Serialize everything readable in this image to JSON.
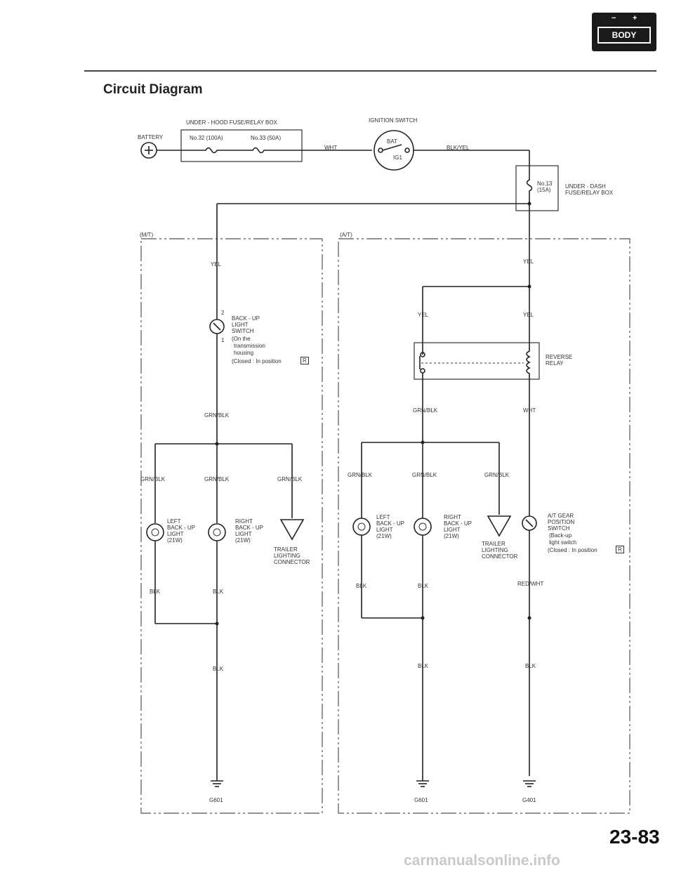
{
  "header": {
    "badge_label": "BODY",
    "badge_minus": "−",
    "badge_plus": "+",
    "title": "Circuit Diagram",
    "page_number": "23-83",
    "watermark": "carmanualsonline.info"
  },
  "power": {
    "battery": "BATTERY",
    "underhood_box": "UNDER - HOOD FUSE/RELAY BOX",
    "fuse_32": "No.32 (100A)",
    "fuse_33": "No.33 (50A)",
    "wire_wht": "WHT",
    "ignition_switch": "IGNITION SWITCH",
    "bat": "BAT",
    "ig1": "IG1",
    "wire_blk_yel": "BLK/YEL",
    "fuse_13": "No.13",
    "fuse_13_amp": "(15A)",
    "underdash_box_1": "UNDER - DASH",
    "underdash_box_2": "FUSE/RELAY BOX"
  },
  "mt": {
    "section_label": "(M/T)",
    "wire_yel": "YEL",
    "pin_2": "2",
    "pin_1": "1",
    "switch_1": "BACK - UP",
    "switch_2": "LIGHT",
    "switch_3": "SWITCH",
    "switch_4": "(On the",
    "switch_5": "transmission",
    "switch_6": "housing",
    "switch_7": "(Closed : In position",
    "switch_pos": "R",
    "wire_grn_blk": "GRN/BLK",
    "left_wire": "GRN/BLK",
    "mid_wire": "GRN/BLK",
    "right_wire": "GRN/BLK",
    "left_light_1": "LEFT",
    "left_light_2": "BACK - UP",
    "left_light_3": "LIGHT",
    "left_light_4": "(21W)",
    "right_light_1": "RIGHT",
    "right_light_2": "BACK - UP",
    "right_light_3": "LIGHT",
    "right_light_4": "(21W)",
    "trailer_1": "TRAILER",
    "trailer_2": "LIGHTING",
    "trailer_3": "CONNECTOR",
    "blk_left": "BLK",
    "blk_mid": "BLK",
    "blk_main": "BLK",
    "ground": "G601"
  },
  "at": {
    "section_label": "(A/T)",
    "wire_yel_top": "YEL",
    "wire_yel_left": "YEL",
    "wire_yel_right": "YEL",
    "relay_1": "REVERSE",
    "relay_2": "RELAY",
    "wire_grn_blk": "GRN/BLK",
    "wire_wht": "WHT",
    "left_wire": "GRN/BLK",
    "mid_wire": "GRN/BLK",
    "right_wire": "GRN/BLK",
    "left_light_1": "LEFT",
    "left_light_2": "BACK - UP",
    "left_light_3": "LIGHT",
    "left_light_4": "(21W)",
    "right_light_1": "RIGHT",
    "right_light_2": "BACK - UP",
    "right_light_3": "LIGHT",
    "right_light_4": "(21W)",
    "trailer_1": "TRAILER",
    "trailer_2": "LIGHTING",
    "trailer_3": "CONNECTOR",
    "gear_1": "A/T GEAR",
    "gear_2": "POSITION",
    "gear_3": "SWITCH",
    "gear_4": "(Back-up",
    "gear_5": "light switch",
    "gear_6": "(Closed : In position",
    "gear_pos": "R",
    "wire_red_wht": "RED/WHT",
    "blk_left": "BLK",
    "blk_mid": "BLK",
    "blk_main": "BLK",
    "blk_right": "BLK",
    "ground_1": "G601",
    "ground_2": "G401"
  }
}
